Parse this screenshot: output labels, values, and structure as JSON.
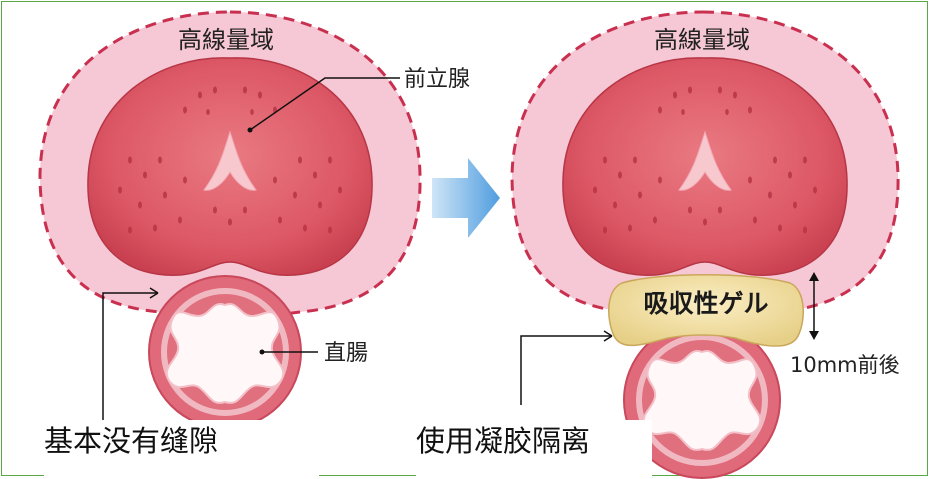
{
  "left_panel": {
    "zone_label": "高線量域",
    "prostate_label": "前立腺",
    "rectum_label": "直腸",
    "caption": "基本没有缝隙"
  },
  "right_panel": {
    "zone_label": "高線量域",
    "gel_label": "吸収性ゲル",
    "distance_label": "10mm前後",
    "caption": "使用凝胶隔离"
  },
  "colors": {
    "zone_fill": "#f6c7d4",
    "zone_border": "#c9304f",
    "prostate_fill": "#df5c68",
    "rectum_ring": "#e06a79",
    "gel_fill": "#f2dfa5",
    "arrow_blue": "#5aa6e0",
    "frame_green": "#58a945"
  },
  "icons": [
    "right-arrow-icon",
    "double-headed-arrow-icon"
  ]
}
